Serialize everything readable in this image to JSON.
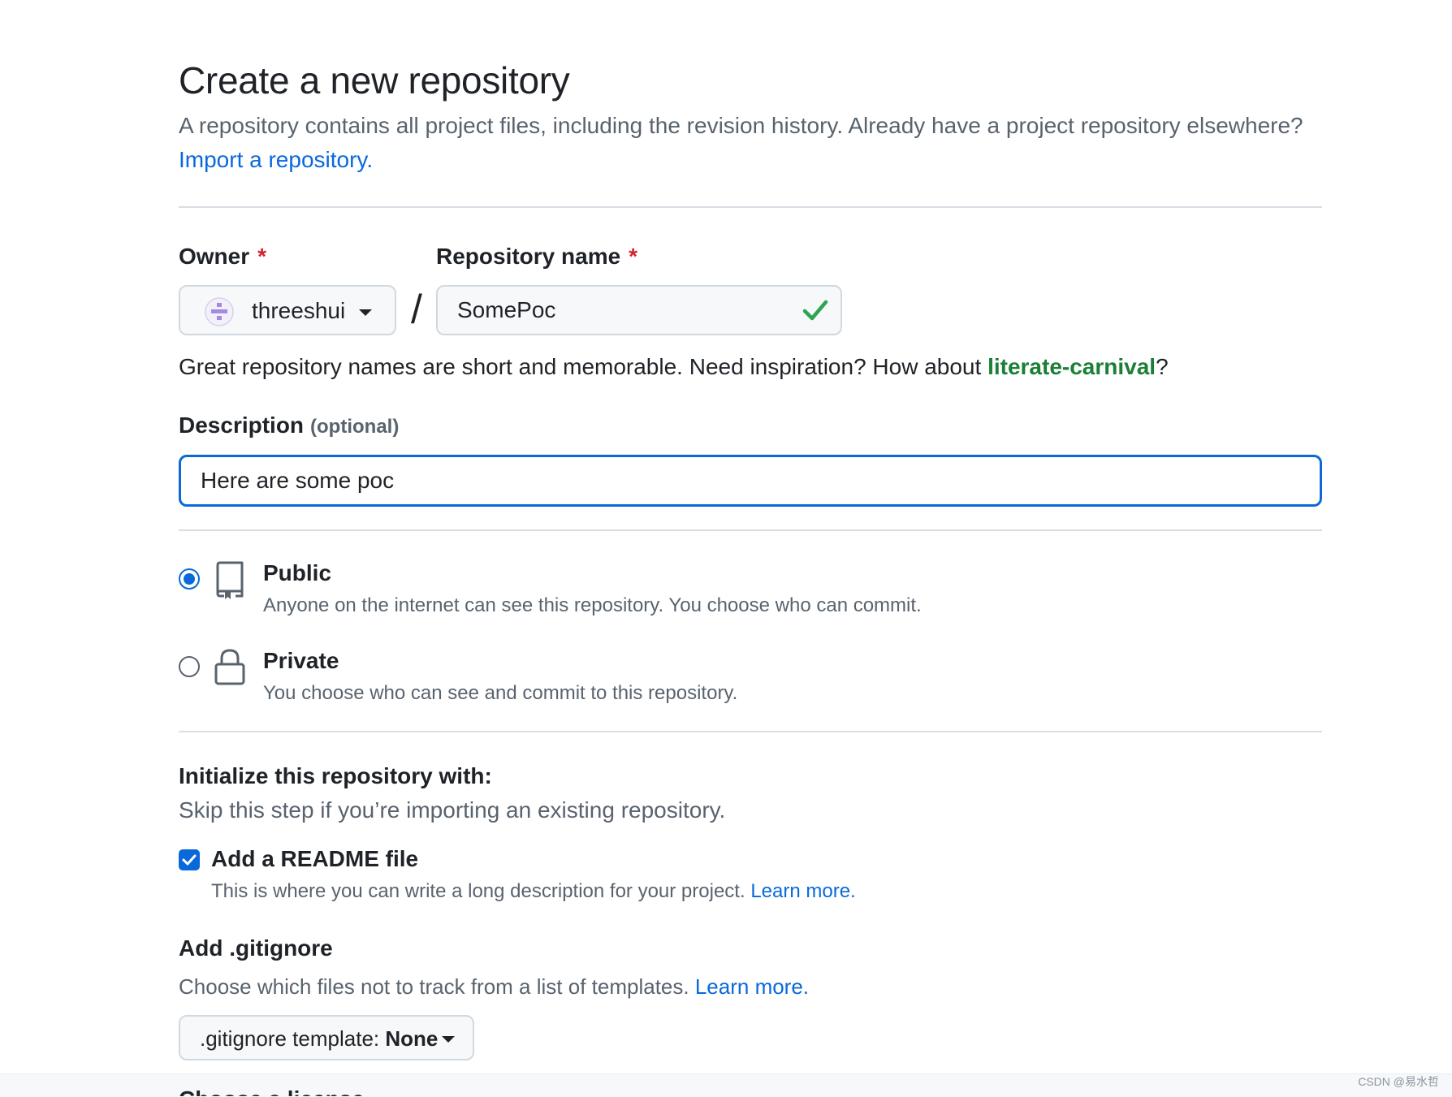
{
  "header": {
    "title": "Create a new repository",
    "subtitle": "A repository contains all project files, including the revision history. Already have a project repository elsewhere?",
    "import_link": "Import a repository."
  },
  "owner": {
    "label": "Owner",
    "required_mark": "*",
    "value": "threeshui"
  },
  "repo_name": {
    "label": "Repository name",
    "required_mark": "*",
    "value": "SomePoc"
  },
  "name_hint": {
    "prefix": "Great repository names are short and memorable. Need inspiration? How about",
    "suggestion": "literate-carnival",
    "suffix": "?"
  },
  "description": {
    "label": "Description",
    "optional": "(optional)",
    "value": "Here are some poc"
  },
  "visibility": {
    "public": {
      "title": "Public",
      "desc": "Anyone on the internet can see this repository. You choose who can commit.",
      "selected": true
    },
    "private": {
      "title": "Private",
      "desc": "You choose who can see and commit to this repository.",
      "selected": false
    }
  },
  "initialize": {
    "title": "Initialize this repository with:",
    "desc": "Skip this step if you’re importing an existing repository.",
    "readme": {
      "label": "Add a README file",
      "desc": "This is where you can write a long description for your project.",
      "link": "Learn more.",
      "checked": true
    }
  },
  "gitignore": {
    "title": "Add .gitignore",
    "desc": "Choose which files not to track from a list of templates.",
    "link": "Learn more.",
    "button_prefix": ".gitignore template:",
    "button_value": "None"
  },
  "next_section_partial": "Choose a license",
  "watermark": "CSDN @易水哲",
  "colors": {
    "accent": "#0969da",
    "success": "#1a7f37",
    "required": "#d1242f",
    "muted": "#59636e"
  }
}
